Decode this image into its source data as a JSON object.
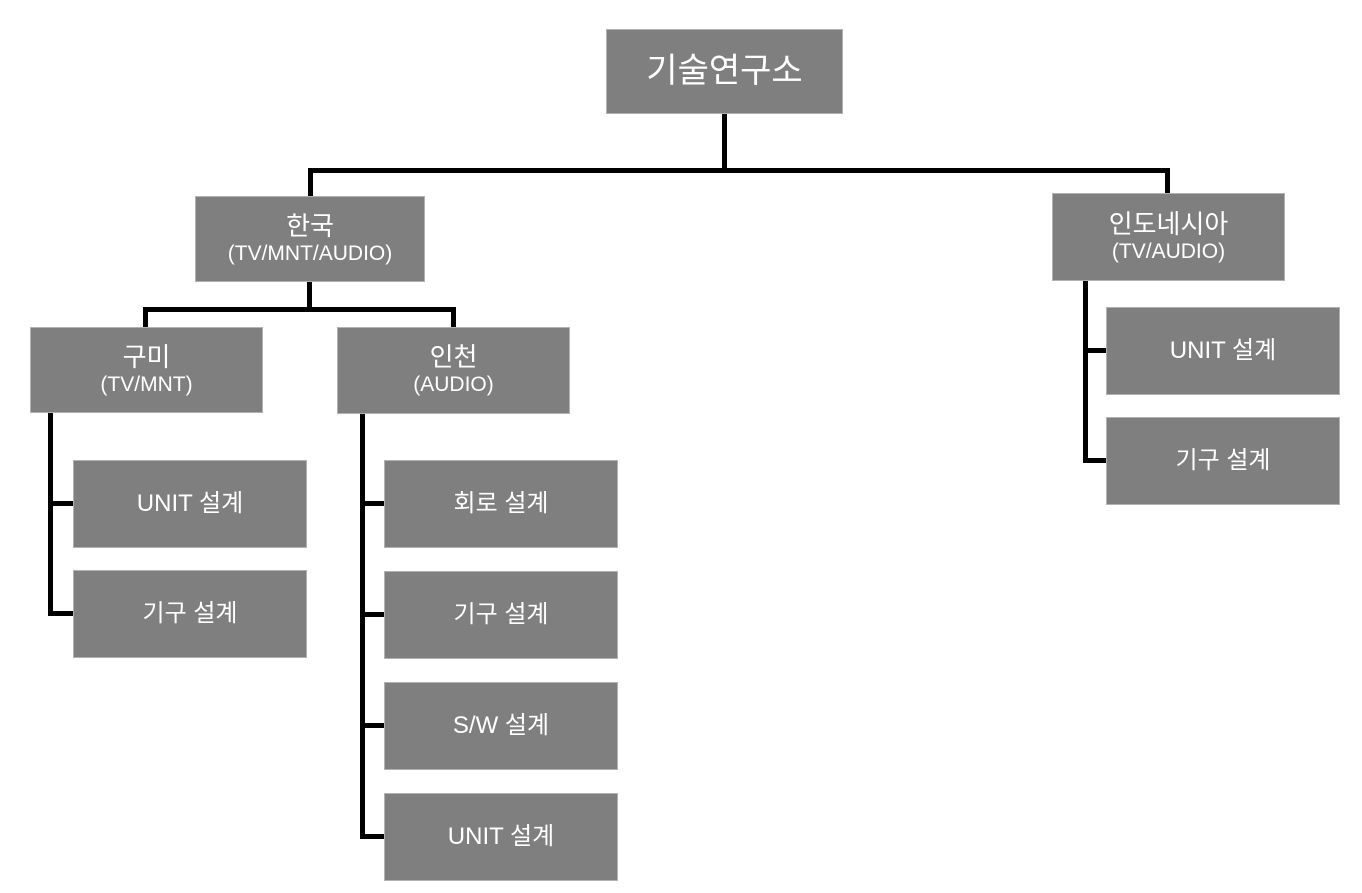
{
  "org": {
    "root": {
      "title": "기술연구소"
    },
    "korea": {
      "title": "한국",
      "subtitle": "(TV/MNT/AUDIO)"
    },
    "indonesia": {
      "title": "인도네시아",
      "subtitle": "(TV/AUDIO)"
    },
    "gumi": {
      "title": "구미",
      "subtitle": "(TV/MNT)"
    },
    "incheon": {
      "title": "인천",
      "subtitle": "(AUDIO)"
    },
    "gumi_children": [
      {
        "label": "UNIT 설계"
      },
      {
        "label": "기구 설계"
      }
    ],
    "incheon_children": [
      {
        "label": "회로 설계"
      },
      {
        "label": "기구 설계"
      },
      {
        "label": "S/W 설계"
      },
      {
        "label": "UNIT 설계"
      }
    ],
    "indonesia_children": [
      {
        "label": "UNIT 설계"
      },
      {
        "label": "기구 설계"
      }
    ]
  },
  "colors": {
    "box_fill": "#7f7f7f",
    "box_border": "#b2b2b2",
    "box_text": "#ffffff",
    "connector": "#000000",
    "background": "#ffffff"
  }
}
